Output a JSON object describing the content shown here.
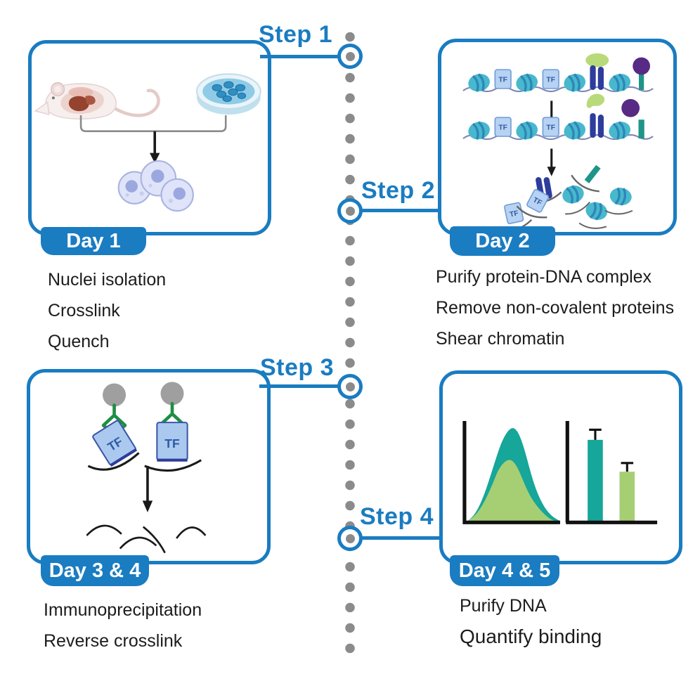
{
  "diagram": {
    "kind": "chromatin-immunoprecipitation-protocol-workflow",
    "colors": {
      "accent_blue": "#1a7cc1",
      "timeline_gray": "#8b8b8b",
      "teal": "#16a69a",
      "light_green": "#a6cf74",
      "navy_protein": "#2e3c9c",
      "purple_protein": "#562a85",
      "nucleosome_teal": "#48b8cd",
      "tf_box_fill": "#abc9ee",
      "antibody_green": "#1f8e45",
      "bead_gray": "#9f9f9f"
    }
  },
  "tf": {
    "label": "TF"
  },
  "steps": [
    {
      "label": "Step 1",
      "day": "Day 1",
      "tasks": [
        "Nuclei isolation",
        "Crosslink",
        "Quench"
      ]
    },
    {
      "label": "Step 2",
      "day": "Day 2",
      "tasks": [
        "Purify protein-DNA complex",
        "Remove non-covalent proteins",
        "Shear chromatin"
      ]
    },
    {
      "label": "Step 3",
      "day": "Day 3 & 4",
      "tasks": [
        "Immunoprecipitation",
        "Reverse crosslink"
      ]
    },
    {
      "label": "Step 4",
      "day": "Day 4 & 5",
      "tasks": [
        "Purify DNA",
        "Quantify binding"
      ]
    }
  ]
}
